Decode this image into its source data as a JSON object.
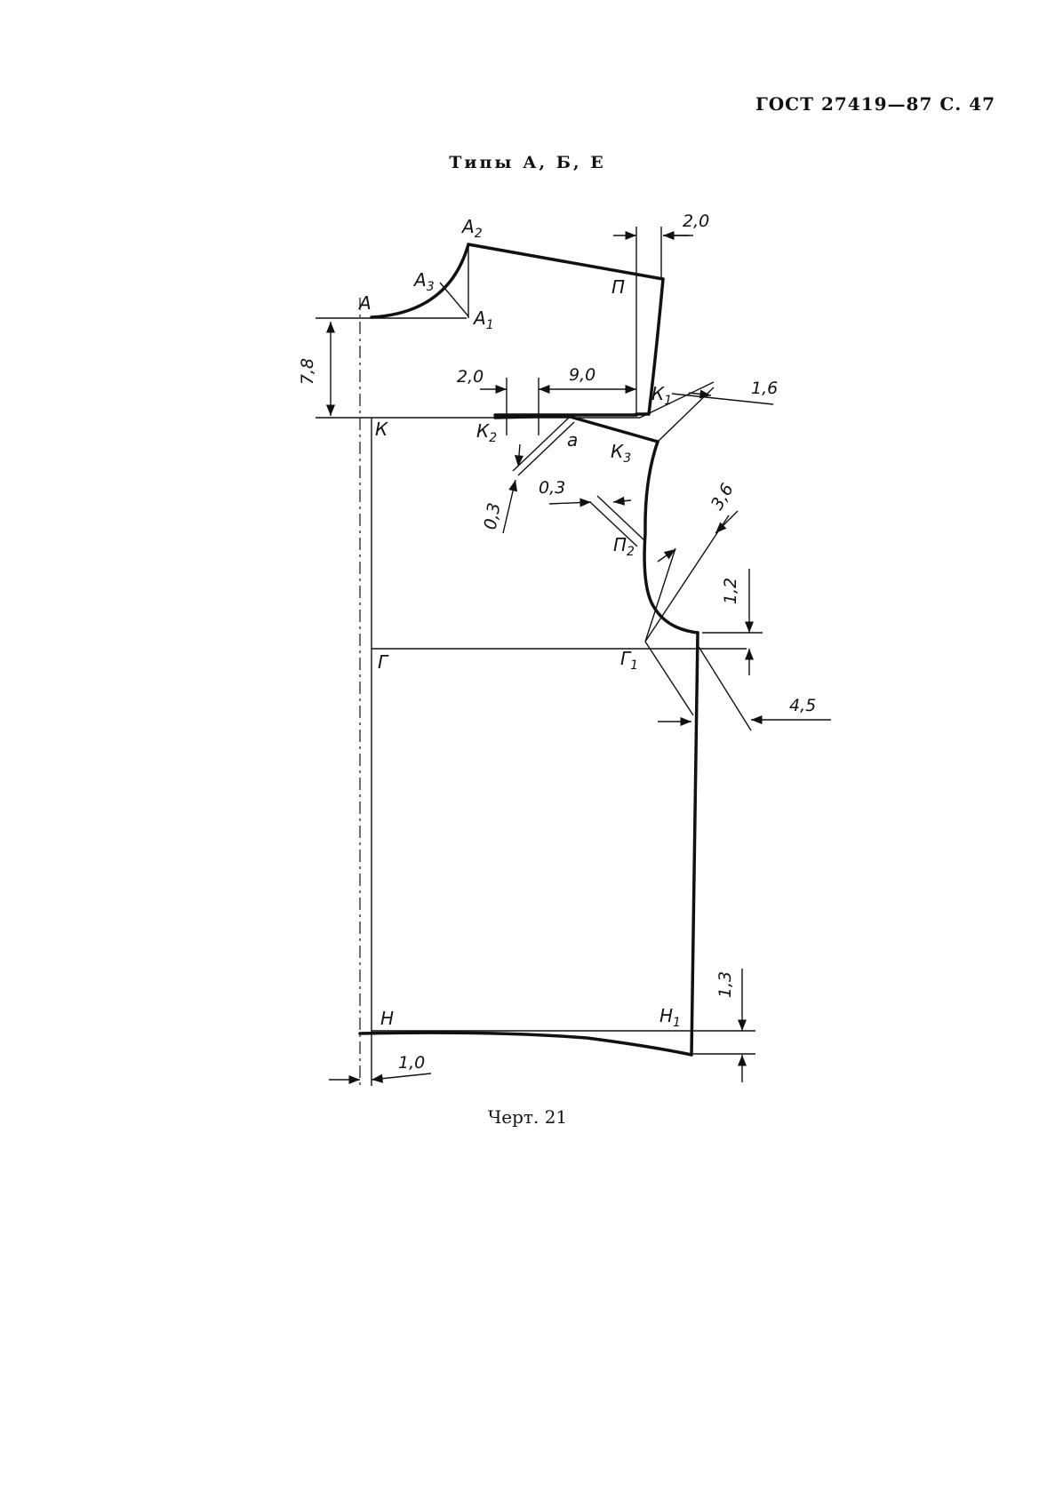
{
  "header": {
    "text": "ГОСТ 27419—87 С. 47"
  },
  "subtitle": "Типы А, Б, Е",
  "caption": "Черт. 21",
  "points": {
    "A": "А",
    "A1": "А",
    "A1_sub": "1",
    "A2": "А",
    "A2_sub": "2",
    "A3": "А",
    "A3_sub": "3",
    "P": "П",
    "P2": "П",
    "P2_sub": "2",
    "K": "К",
    "K1": "К",
    "K1_sub": "1",
    "K2": "К",
    "K2_sub": "2",
    "K3": "К",
    "K3_sub": "3",
    "a": "а",
    "G": "Г",
    "G1": "Г",
    "G1_sub": "1",
    "H": "Н",
    "H1": "Н",
    "H1_sub": "1"
  },
  "dimensions": {
    "top_offset": "2,0",
    "neck_depth": "7,8",
    "left_offset": "2,0",
    "chest_width": "9,0",
    "k1_offset": "1,6",
    "dart_left": "0,3",
    "dart_right": "0,3",
    "armhole_diag": "3,6",
    "side_raise": "1,2",
    "side_extend": "4,5",
    "hem_drop": "1,3",
    "center_offset": "1,0"
  }
}
